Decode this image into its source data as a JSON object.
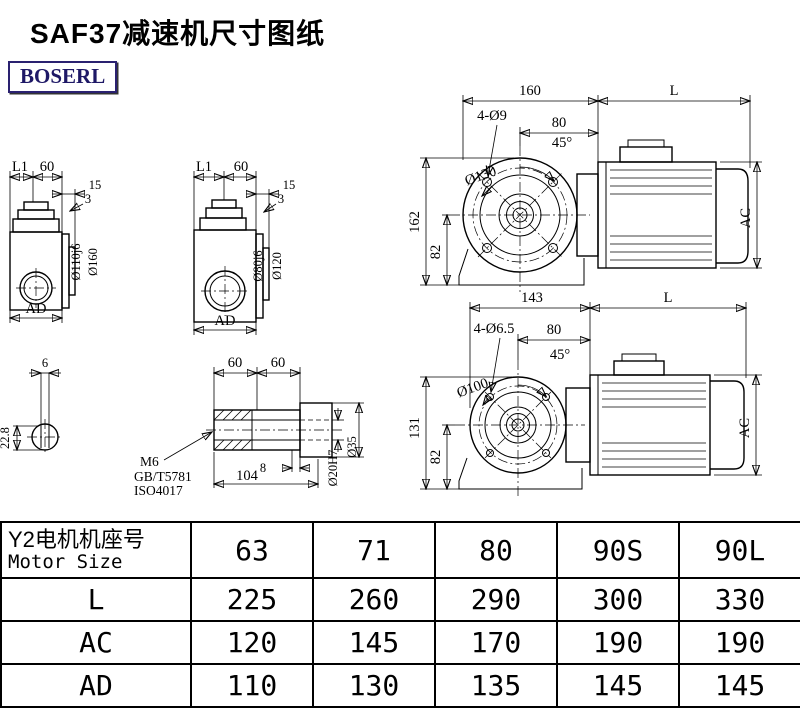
{
  "page": {
    "title": "SAF37减速机尺寸图纸",
    "brand": "BOSERL"
  },
  "drawings": {
    "side_large": {
      "l1": "L1",
      "d60": "60",
      "d15": "15",
      "d3": "3",
      "dia_spigot": "Ø110j6",
      "dia_flange": "Ø160",
      "ad": "AD"
    },
    "side_small": {
      "l1": "L1",
      "d60": "60",
      "d15": "15",
      "d3": "3",
      "dia_spigot": "Ø80j6",
      "dia_flange": "Ø120",
      "ad": "AD"
    },
    "flange_top": {
      "d160": "160",
      "L": "L",
      "bolts": "4-Ø9",
      "d80": "80",
      "angle": "45°",
      "dia": "Ø130",
      "d162": "162",
      "d82": "82",
      "ac": "AC"
    },
    "flange_bottom": {
      "d143": "143",
      "L": "L",
      "bolts": "4-Ø6.5",
      "d80": "80",
      "angle": "45°",
      "dia": "Ø100",
      "d131": "131",
      "d82": "82",
      "ac": "AC"
    },
    "shaft_end": {
      "d6": "6",
      "d228": "22.8"
    },
    "shaft_side": {
      "d60a": "60",
      "d60b": "60",
      "thread": "M6",
      "std1": "GB/T5781",
      "std2": "ISO4017",
      "d8": "8",
      "d104": "104",
      "bore": "Ø20H7",
      "dia": "Ø35"
    }
  },
  "table": {
    "header": {
      "cn": "Y2电机机座号",
      "en": "Motor Size"
    },
    "sizes": [
      "63",
      "71",
      "80",
      "90S",
      "90L"
    ],
    "rows": [
      {
        "label": "L",
        "values": [
          "225",
          "260",
          "290",
          "300",
          "330"
        ]
      },
      {
        "label": "AC",
        "values": [
          "120",
          "145",
          "170",
          "190",
          "190"
        ]
      },
      {
        "label": "AD",
        "values": [
          "110",
          "130",
          "135",
          "145",
          "145"
        ]
      }
    ]
  }
}
